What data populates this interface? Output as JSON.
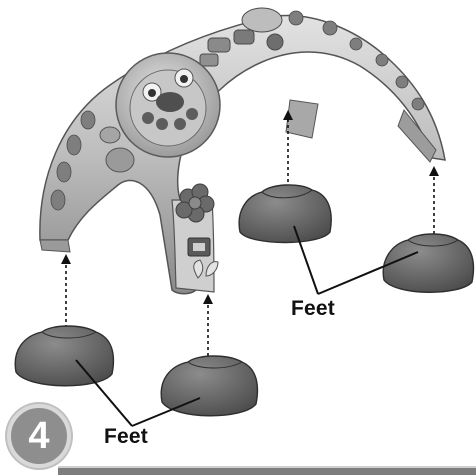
{
  "step": {
    "number": "4"
  },
  "labels": {
    "feet_right": "Feet",
    "feet_left": "Feet"
  },
  "illustration": {
    "subject": "lion-themed-activity-arch",
    "parts": [
      "arch",
      "foot",
      "foot",
      "foot",
      "foot"
    ],
    "colors": {
      "arch_light": "#d6d6d6",
      "arch_mid": "#a9a9a9",
      "arch_dark": "#6f6f6f",
      "foot_fill": "#6a6a6a",
      "foot_dark": "#3e3e3e",
      "leader_line": "#111111",
      "step_badge": "#8e8e8e"
    }
  }
}
